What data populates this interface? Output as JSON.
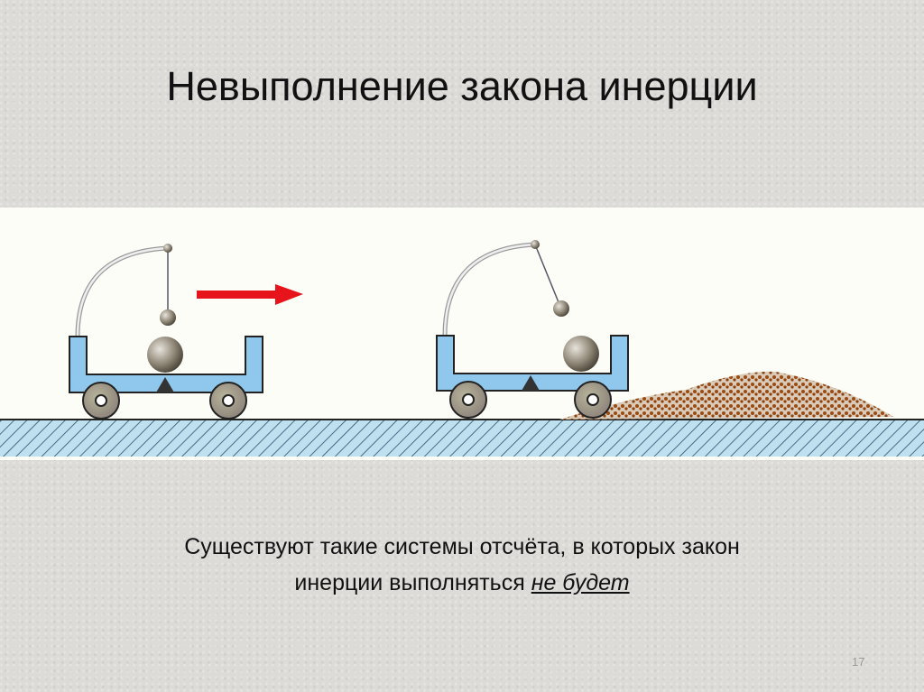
{
  "slide": {
    "title": "Невыполнение закона инерции",
    "body_line1": "Существуют такие системы отсчёта, в которых закон",
    "body_line2_prefix": "инерции выполняться ",
    "body_line2_emphasis": "не будет",
    "page_number": "17"
  },
  "colors": {
    "cart": "#8fc8ec",
    "arrow": "#e8141c",
    "ground_hatch": "#bfe0ef",
    "pile": "#9a4a12"
  }
}
